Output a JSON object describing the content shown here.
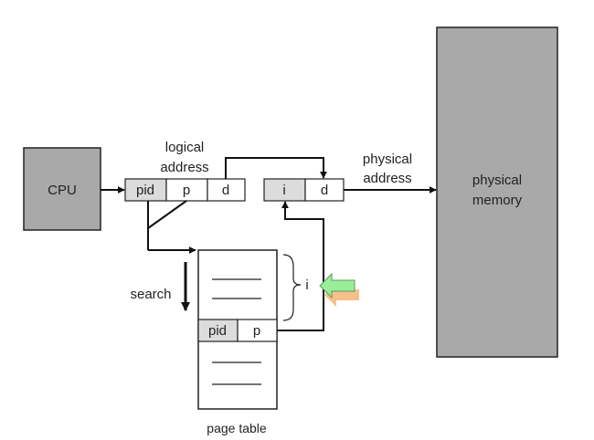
{
  "cpu": {
    "label": "CPU"
  },
  "logical_address": {
    "caption_line1": "logical",
    "caption_line2": "address",
    "fields": [
      "pid",
      "p",
      "d"
    ]
  },
  "physical_address": {
    "caption_line1": "physical",
    "caption_line2": "address",
    "fields": [
      "i",
      "d"
    ]
  },
  "physical_memory": {
    "label_line1": "physical",
    "label_line2": "memory"
  },
  "page_table": {
    "caption": "page table",
    "entry_fields": [
      "pid",
      "p"
    ]
  },
  "search": {
    "label": "search"
  },
  "index": {
    "label": "i"
  },
  "colors": {
    "box_gray": "#a9a9a9",
    "field_gray": "#dcdcdc",
    "line": "#111111",
    "green_arrow": "#99ee99",
    "orange_shadow": "#f6c08a"
  },
  "icons": {
    "pointer": "green-arrow-icon"
  }
}
